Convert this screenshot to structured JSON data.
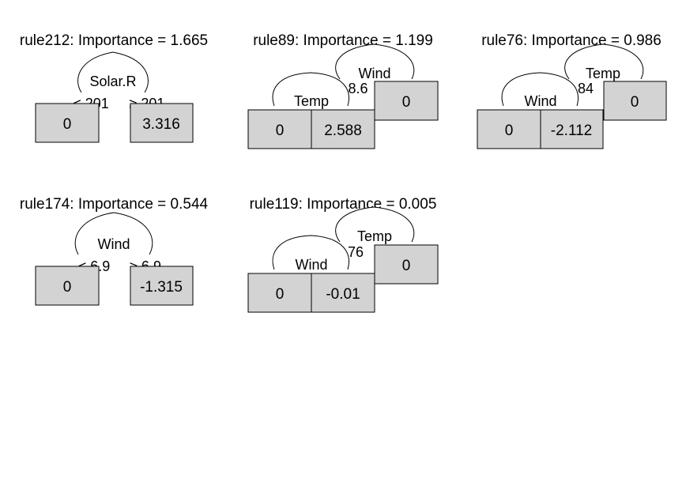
{
  "rules": [
    {
      "id": "rule212",
      "title": "rule212: Importance = 1.665",
      "splits": [
        {
          "variable": "Solar.R",
          "left_edge": "< 201",
          "right_edge": "≥ 201"
        }
      ],
      "leaves": [
        "0",
        "3.316"
      ]
    },
    {
      "id": "rule89",
      "title": "rule89: Importance = 1.199",
      "splits": [
        {
          "variable": "Wind",
          "edge": "8.6"
        },
        {
          "variable": "Temp"
        }
      ],
      "leaves": [
        "0",
        "2.588",
        "0"
      ]
    },
    {
      "id": "rule76",
      "title": "rule76: Importance = 0.986",
      "splits": [
        {
          "variable": "Temp",
          "edge": "84"
        },
        {
          "variable": "Wind"
        }
      ],
      "leaves": [
        "0",
        "-2.112",
        "0"
      ]
    },
    {
      "id": "rule174",
      "title": "rule174: Importance = 0.544",
      "splits": [
        {
          "variable": "Wind",
          "left_edge": "< 6.9",
          "right_edge": "≥ 6.9"
        }
      ],
      "leaves": [
        "0",
        "-1.315"
      ]
    },
    {
      "id": "rule119",
      "title": "rule119: Importance = 0.005",
      "splits": [
        {
          "variable": "Temp",
          "edge": "76"
        },
        {
          "variable": "Wind"
        }
      ],
      "leaves": [
        "0",
        "-0.01",
        "0"
      ]
    }
  ]
}
